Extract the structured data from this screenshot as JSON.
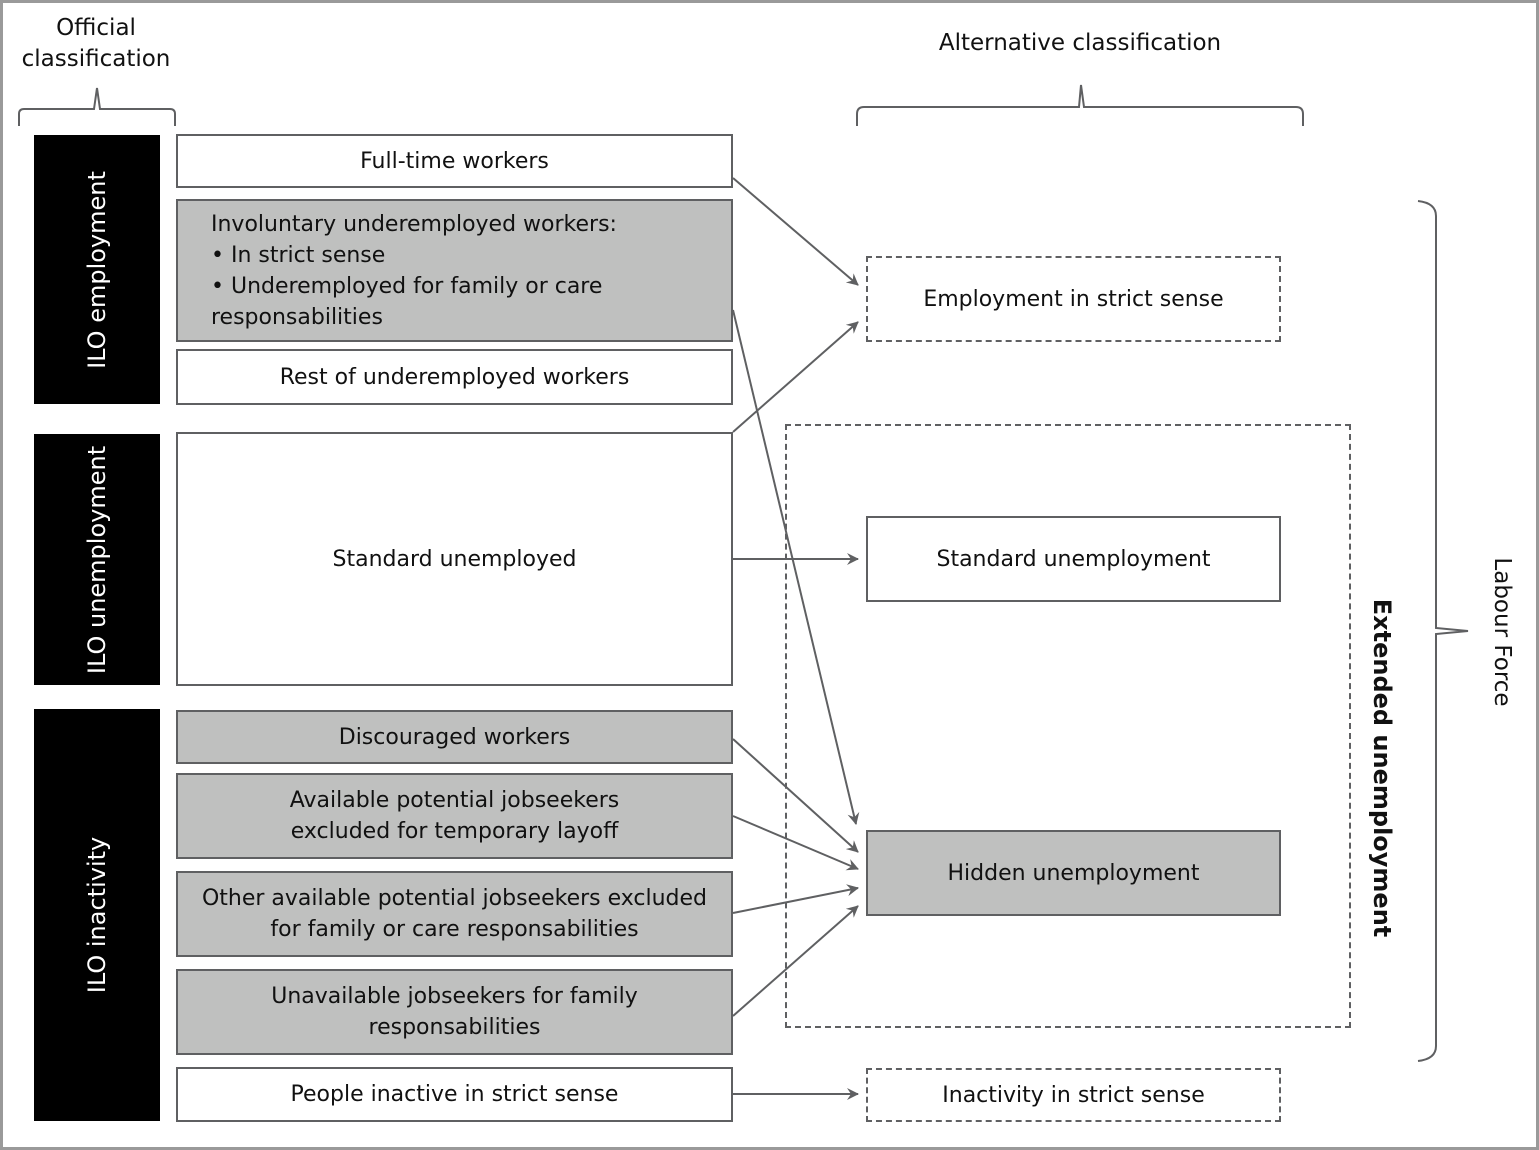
{
  "headers": {
    "official": "Official classification",
    "official_line1": "Official",
    "official_line2": "classification",
    "alternative": "Alternative classification"
  },
  "official_groups": [
    {
      "id": "employment",
      "label": "ILO employment"
    },
    {
      "id": "unemployment",
      "label": "ILO unemployment"
    },
    {
      "id": "inactivity",
      "label": "ILO inactivity"
    }
  ],
  "official_boxes": {
    "full_time": "Full-time workers",
    "involuntary": {
      "title": "Involuntary underemployed workers:",
      "bullet1": "• In strict sense",
      "bullet2": "• Underemployed for family or care",
      "bullet2_cont": "responsabilities"
    },
    "rest_underemployed": "Rest of underemployed workers",
    "standard_unemployed": "Standard unemployed",
    "discouraged": "Discouraged workers",
    "available_layoff": "Available potential jobseekers excluded for temporary layoff",
    "other_available": "Other available potential jobseekers excluded for family or care responsabilities",
    "unavailable": "Unavailable jobseekers for family responsabilities",
    "inactive_strict": "People inactive in strict sense"
  },
  "alternative_boxes": {
    "employment_strict": "Employment in strict sense",
    "standard_unemployment": "Standard unemployment",
    "hidden_unemployment": "Hidden unemployment",
    "inactivity_strict": "Inactivity in strict sense"
  },
  "group_labels": {
    "extended_unemployment": "Extended unemployment",
    "labour_force": "Labour Force"
  },
  "flows": [
    {
      "from": "Full-time workers",
      "to": "Employment in strict sense"
    },
    {
      "from": "Rest of underemployed workers",
      "to": "Employment in strict sense"
    },
    {
      "from": "Involuntary underemployed workers",
      "to": "Hidden unemployment"
    },
    {
      "from": "Standard unemployed",
      "to": "Standard unemployment"
    },
    {
      "from": "Discouraged workers",
      "to": "Hidden unemployment"
    },
    {
      "from": "Available potential jobseekers excluded for temporary layoff",
      "to": "Hidden unemployment"
    },
    {
      "from": "Other available potential jobseekers excluded for family or care responsabilities",
      "to": "Hidden unemployment"
    },
    {
      "from": "Unavailable jobseekers for family responsabilities",
      "to": "Hidden unemployment"
    },
    {
      "from": "People inactive in strict sense",
      "to": "Inactivity in strict sense"
    }
  ],
  "colors": {
    "stroke": "#5f6062",
    "highlight_fill": "#bfc0bf",
    "group_fill": "#000000",
    "frame": "#9a9a9a"
  }
}
